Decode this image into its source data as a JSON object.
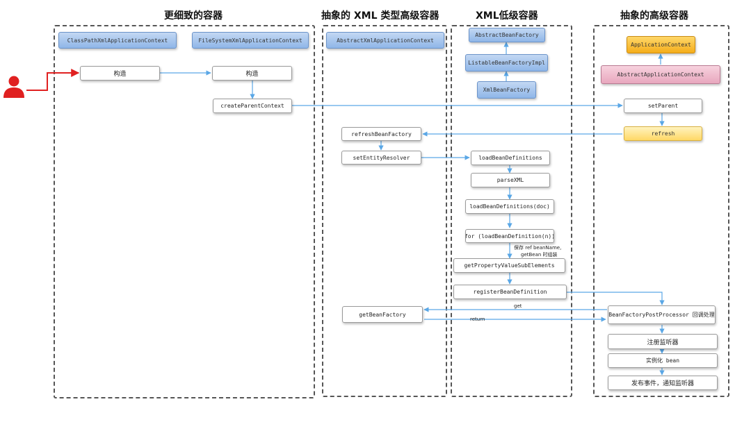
{
  "lanes": [
    {
      "title": "更细致的容器"
    },
    {
      "title": "抽象的 XML 类型高级容器"
    },
    {
      "title": "XML低级容器"
    },
    {
      "title": "抽象的高级容器"
    }
  ],
  "nodes": {
    "classpath_ctx": "ClassPathXmlApplicationContext",
    "filesystem_ctx": "FileSystemXmlApplicationContext",
    "construct_1": "构造",
    "construct_2": "构造",
    "create_parent_context": "createParentContext",
    "abstract_xml_ctx": "AbstractXmlApplicationContext",
    "refresh_bean_factory": "refreshBeanFactory",
    "set_entity_resolver": "setEntityResolver",
    "get_bean_factory": "getBeanFactory",
    "abstract_bean_factory": "AbstractBeanFactory",
    "listable_bean_factory_impl": "ListableBeanFactoryImpl",
    "xml_bean_factory": "XmlBeanFactory",
    "load_bean_definitions": "loadBeanDefinitions",
    "parse_xml": "parseXML",
    "load_bean_definitions_doc": "loadBeanDefinitions(doc)",
    "for_load_bean_definition": "for (loadBeanDefinition(n))",
    "get_property_value_sub_elements": "getPropertyValueSubElements",
    "register_bean_definition": "registerBeanDefinition",
    "application_context": "ApplicationContext",
    "abstract_application_context": "AbstractApplicationContext",
    "set_parent": "setParent",
    "refresh": "refresh",
    "bean_factory_post_processor": "BeanFactoryPostProcessor 回调处理",
    "register_listener": "注册监听器",
    "instantiate_bean": "实例化 bean",
    "publish_event": "发布事件，通知监听器"
  },
  "edge_labels": {
    "save_ref_line1": "保存 ref beanName,",
    "save_ref_line2": "getBean 时组装",
    "get": "get",
    "return": "return"
  },
  "colors": {
    "arrow": "#5aa7e6",
    "user": "#e02020",
    "class_box": "#a9c7ef",
    "application_context": "#f7b733",
    "refresh": "#ffe08a",
    "abstract_application_context": "#eeb3c7"
  },
  "icons": {
    "actor": "user-icon"
  }
}
